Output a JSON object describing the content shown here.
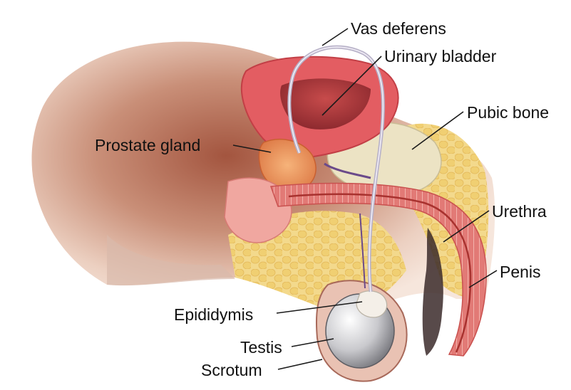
{
  "diagram": {
    "labels": {
      "vas_deferens": "Vas deferens",
      "urinary_bladder": "Urinary bladder",
      "pubic_bone": "Pubic bone",
      "prostate_gland": "Prostate gland",
      "urethra": "Urethra",
      "penis": "Penis",
      "epididymis": "Epididymis",
      "testis": "Testis",
      "scrotum": "Scrotum"
    },
    "colors": {
      "skin_shadow": "#a3553f",
      "skin_light": "#f4ddd0",
      "muscle": "#e0706e",
      "fat": "#f0cf72",
      "bone": "#ece3c4",
      "vessel": "#6b4a8a",
      "testis": "#c9c9cd"
    }
  }
}
